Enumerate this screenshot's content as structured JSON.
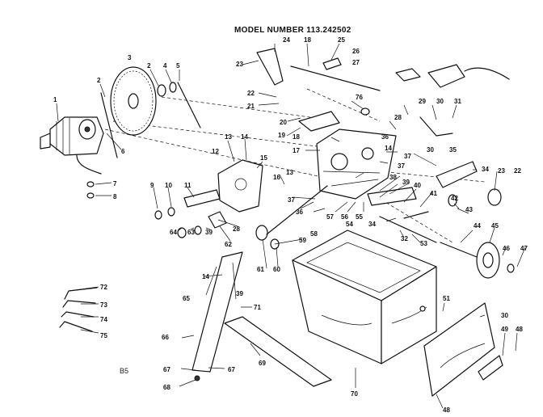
{
  "title": "MODEL NUMBER 113.242502",
  "corner_code": "B5",
  "callouts": {
    "p1": "1",
    "p2a": "2",
    "p2b": "2",
    "p3": "3",
    "p4": "4",
    "p5": "5",
    "p6": "6",
    "p7": "7",
    "p8": "8",
    "p9": "9",
    "p10": "10",
    "p11": "11",
    "p12": "12",
    "p13a": "13",
    "p13b": "13",
    "p14a": "14",
    "p14b": "14",
    "p14c": "14",
    "p15": "15",
    "p16": "16",
    "p17": "17",
    "p18a": "18",
    "p18b": "18",
    "p19": "19",
    "p20": "20",
    "p21": "21",
    "p22a": "22",
    "p22b": "22",
    "p23a": "23",
    "p23b": "23",
    "p24": "24",
    "p25": "25",
    "p26": "26",
    "p27": "27",
    "p28a": "28",
    "p28b": "28",
    "p29": "29",
    "p30a": "30",
    "p30b": "30",
    "p30c": "30",
    "p31": "31",
    "p32": "32",
    "p34a": "34",
    "p34b": "34",
    "p35": "35",
    "p36": "36",
    "p37a": "37",
    "p37b": "37",
    "p37c": "37",
    "p38": "38",
    "p39a": "39",
    "p39b": "39",
    "p39c": "39",
    "p40": "40",
    "p41": "41",
    "p42": "42",
    "p43": "43",
    "p44": "44",
    "p45": "45",
    "p46": "46",
    "p47": "47",
    "p48a": "48",
    "p48b": "48",
    "p49": "49",
    "p51": "51",
    "p53": "53",
    "p54": "54",
    "p55": "55",
    "p56": "56",
    "p57": "57",
    "p58": "58",
    "p59": "59",
    "p60": "60",
    "p61": "61",
    "p62": "62",
    "p63": "63",
    "p64": "64",
    "p65": "65",
    "p66": "66",
    "p67a": "67",
    "p67b": "67",
    "p68": "68",
    "p69": "69",
    "p70": "70",
    "p71": "71",
    "p72": "72",
    "p73": "73",
    "p74": "74",
    "p75": "75",
    "p76": "76",
    "p36b": "36"
  }
}
